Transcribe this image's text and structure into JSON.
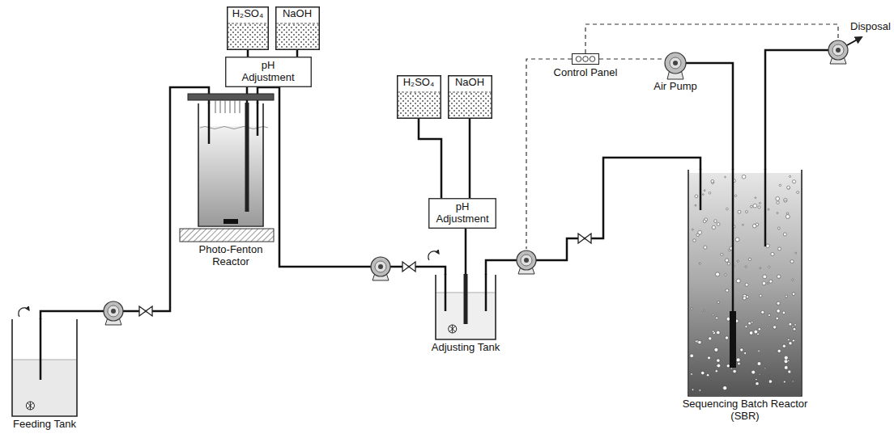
{
  "diagram": {
    "nodes": [
      {
        "text": [
          "Feeding Tank"
        ]
      },
      {
        "text": [
          "H₂SO₄"
        ]
      },
      {
        "text": [
          "NaOH"
        ]
      },
      {
        "text": [
          "pH Adjustment"
        ]
      },
      {
        "text": [
          "Photo-Fenton Reactor"
        ]
      },
      {
        "text": [
          "H₂SO₄"
        ]
      },
      {
        "text": [
          "NaOH"
        ]
      },
      {
        "text": [
          "pH Adjustment"
        ]
      },
      {
        "text": [
          "Adjusting Tank"
        ]
      },
      {
        "text": [
          "Control Panel"
        ]
      },
      {
        "text": [
          "Air Pump"
        ]
      },
      {
        "text": [
          "Sequencing Batch Reactor (SBR)"
        ]
      }
    ],
    "edges": [
      {
        "from": 0,
        "to": 4,
        "arrow": "none"
      },
      {
        "from": 1,
        "to": 3,
        "arrow": "none"
      },
      {
        "from": 2,
        "to": 3,
        "arrow": "none"
      },
      {
        "from": 3,
        "to": 4,
        "arrow": "none"
      },
      {
        "from": 4,
        "to": 8,
        "arrow": "none"
      },
      {
        "from": 5,
        "to": 7,
        "arrow": "none"
      },
      {
        "from": 6,
        "to": 7,
        "arrow": "none"
      },
      {
        "from": 7,
        "to": 8,
        "arrow": "none"
      },
      {
        "from": 8,
        "to": 11,
        "arrow": "none"
      },
      {
        "from": 9,
        "to": 10,
        "arrow": "none"
      },
      {
        "from": 10,
        "to": 11,
        "arrow": "none"
      }
    ],
    "labels": [
      "Disposal"
    ]
  }
}
